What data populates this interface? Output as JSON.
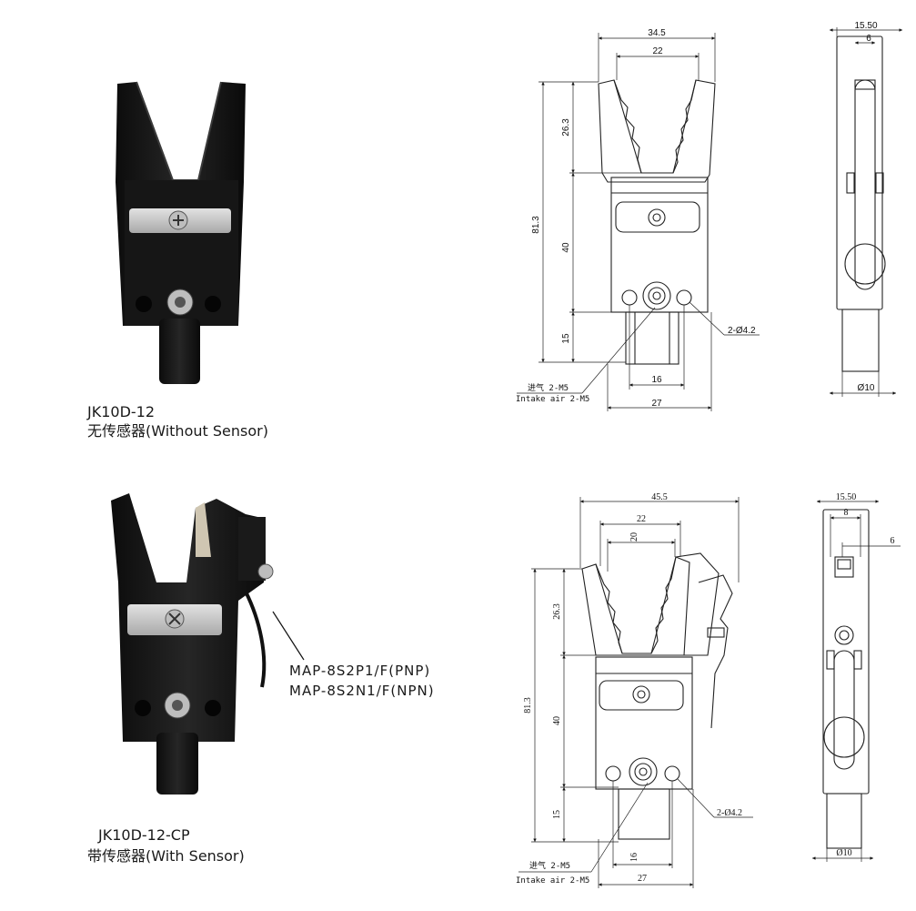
{
  "product1": {
    "model": "JK10D-12",
    "desc": "无传感器(Without Sensor)"
  },
  "product2": {
    "model": "JK10D-12-CP",
    "desc": "带传感器(With Sensor)",
    "sensor_pnp": "MAP-8S2P1/F(PNP)",
    "sensor_npn": "MAP-8S2N1/F(NPN)"
  },
  "drawing1": {
    "width_total": "34.5",
    "jaw_open": "22",
    "height_total": "81.3",
    "jaw_height": "26.3",
    "body_height": "40",
    "neck_height": "15",
    "hole_spacing": "16",
    "base_width": "27",
    "holes": "2-Ø4.2",
    "intake_cn": "进气 2-M5",
    "intake_en": "Intake air 2-M5",
    "side_width": "15.50",
    "side_slot": "6",
    "neck_dia": "Ø10"
  },
  "drawing2": {
    "width_total": "45.5",
    "jaw_open": "22",
    "jaw_inner": "20",
    "height_total": "81.3",
    "jaw_height": "26.3",
    "body_height": "40",
    "neck_height": "15",
    "hole_spacing": "16",
    "base_width": "27",
    "holes": "2-Ø4.2",
    "intake_cn": "进气 2-M5",
    "intake_en": "Intake air 2-M5",
    "side_width": "15.50",
    "side_inner": "8",
    "side_offset": "6",
    "neck_dia": "Ø10"
  },
  "colors": {
    "body": "#1c1c1c",
    "plate": "#c9c9c9",
    "line": "#222222"
  }
}
